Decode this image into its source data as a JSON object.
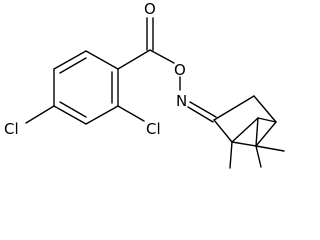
{
  "molecule": {
    "atoms": {
      "carbonyl_oxygen": "O",
      "ester_oxygen": "O",
      "oxime_nitrogen": "N",
      "chlorine_left": "Cl",
      "chlorine_ortho": "Cl"
    }
  }
}
